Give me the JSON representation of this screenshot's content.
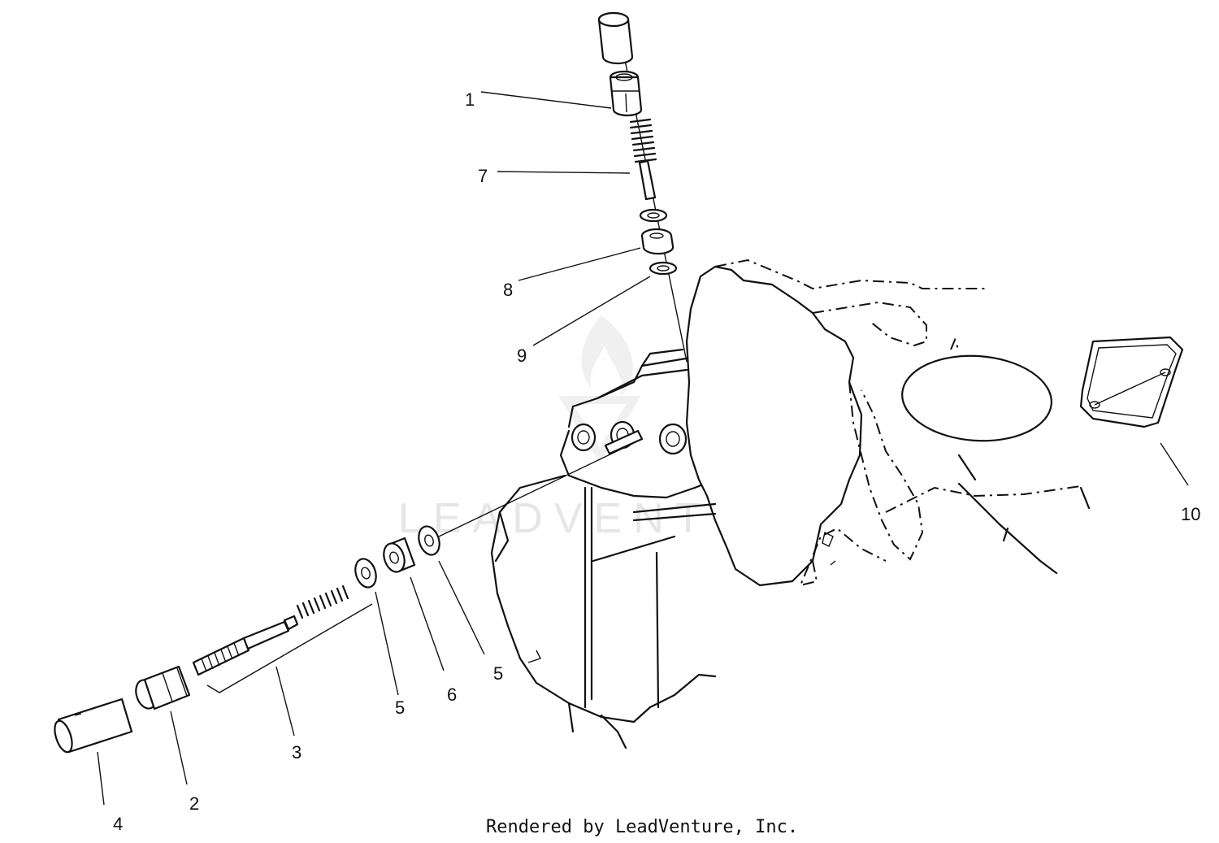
{
  "credit": "Rendered by LeadVenture, Inc.",
  "watermark": "LEADVENTURE",
  "callouts": [
    "1",
    "7",
    "8",
    "9",
    "10",
    "5",
    "6",
    "5",
    "3",
    "5",
    "2",
    "4"
  ],
  "colors": {
    "ink": "#111111",
    "paper": "#ffffff",
    "watermark": "#e6e6e6"
  }
}
